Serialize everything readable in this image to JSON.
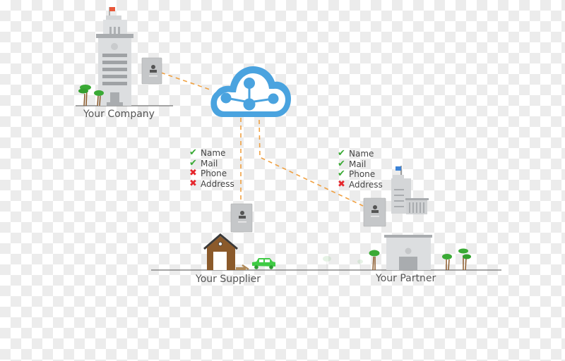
{
  "nodes": {
    "company": {
      "label": "Your Company"
    },
    "supplier": {
      "label": "Your Supplier"
    },
    "partner": {
      "label": "Your Partner"
    }
  },
  "hub": {
    "icon": "cloud-network-icon",
    "color": "#4aa3df"
  },
  "connector": {
    "color": "#f0a040",
    "style": "dashed"
  },
  "permissions": {
    "supplier": [
      {
        "field": "Name",
        "allowed": true
      },
      {
        "field": "Mail",
        "allowed": true
      },
      {
        "field": "Phone",
        "allowed": false
      },
      {
        "field": "Address",
        "allowed": false
      }
    ],
    "partner": [
      {
        "field": "Name",
        "allowed": true
      },
      {
        "field": "Mail",
        "allowed": true
      },
      {
        "field": "Phone",
        "allowed": true
      },
      {
        "field": "Address",
        "allowed": false
      }
    ]
  },
  "colors": {
    "check": "#3aaa35",
    "cross": "#e5262c",
    "company_flag": "#e8583a",
    "partner_flag": "#3b82d6"
  }
}
